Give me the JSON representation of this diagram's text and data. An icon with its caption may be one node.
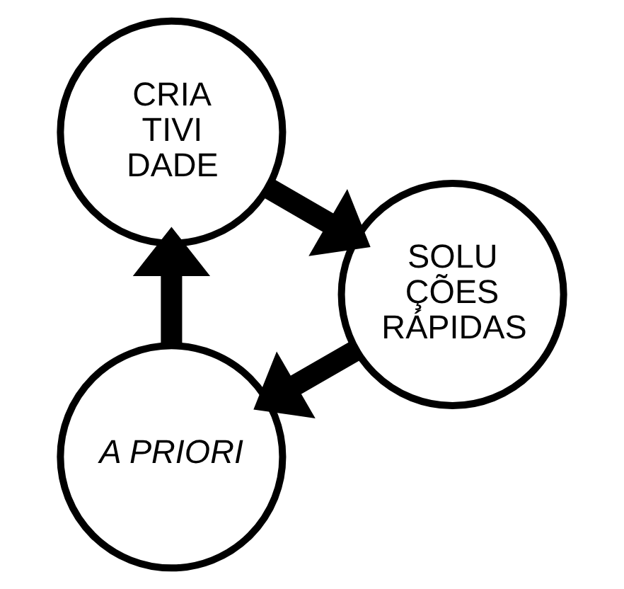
{
  "diagram": {
    "nodes": [
      {
        "text": [
          "A PRIORI"
        ]
      },
      {
        "text": [
          "CRIA TIVI DADE"
        ]
      },
      {
        "text": [
          "SOLU ÇÕES RÁPIDAS"
        ]
      }
    ],
    "edges": [
      {
        "from": 0,
        "to": 1,
        "arrow": "to"
      },
      {
        "from": 1,
        "to": 2,
        "arrow": "to"
      },
      {
        "from": 2,
        "to": 0,
        "arrow": "to"
      }
    ]
  }
}
